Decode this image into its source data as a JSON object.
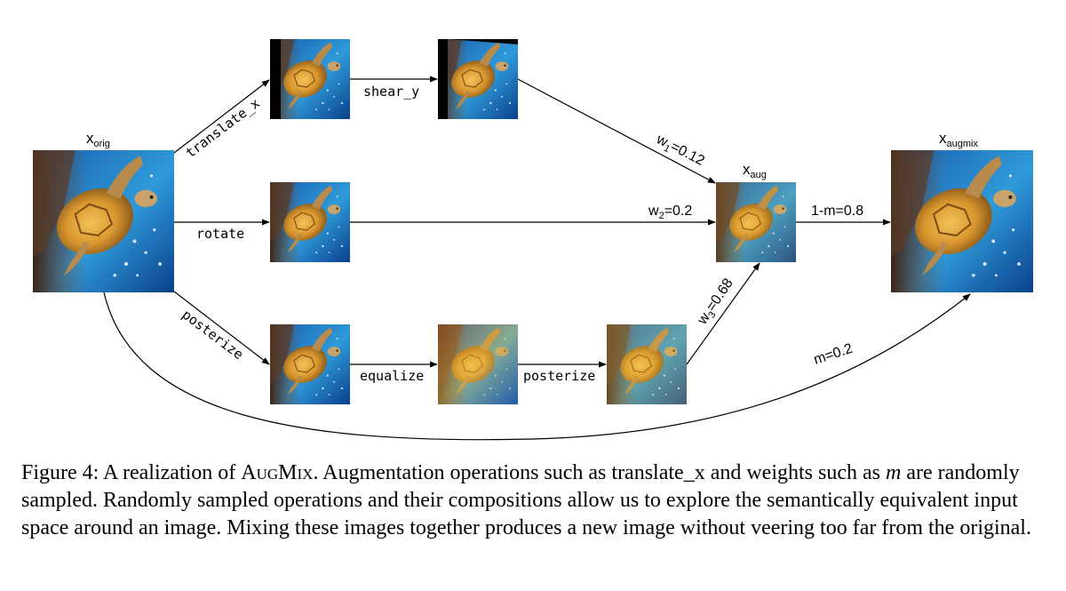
{
  "figure": {
    "labels": {
      "orig_main": "x",
      "orig_sub": "orig",
      "aug_main": "x",
      "aug_sub": "aug",
      "augmix_main": "x",
      "augmix_sub": "augmix"
    },
    "ops": {
      "translate_x": "translate_x",
      "shear_y": "shear_y",
      "rotate": "rotate",
      "posterize_1": "posterize",
      "equalize": "equalize",
      "posterize_2": "posterize"
    },
    "weights": {
      "w1_main": "w",
      "w1_sub": "1",
      "w1_val": "=0.12",
      "w2_main": "w",
      "w2_sub": "2",
      "w2_val": "=0.2",
      "w3_main": "w",
      "w3_sub": "3",
      "w3_val": "=0.68",
      "one_minus_m": "1-m=0.8",
      "m": "m=0.2"
    }
  },
  "caption": {
    "prefix": "Figure 4: A realization of ",
    "name": "AugMix",
    "text_1": ". Augmentation operations such as translate_x and weights such as ",
    "m_symbol": "m",
    "text_2": " are randomly sampled. Randomly sampled operations and their compositions allow us to explore the semantically equivalent input space around an image. Mixing these images together produces a new image without veering too far from the original."
  },
  "colors": {
    "water_deep": "#0a3f8c",
    "water_light": "#2f9ad8",
    "turtle_shell": "#d9962e",
    "reef_dark": "#3b2418",
    "equalize_tint": "#f2c23a"
  }
}
